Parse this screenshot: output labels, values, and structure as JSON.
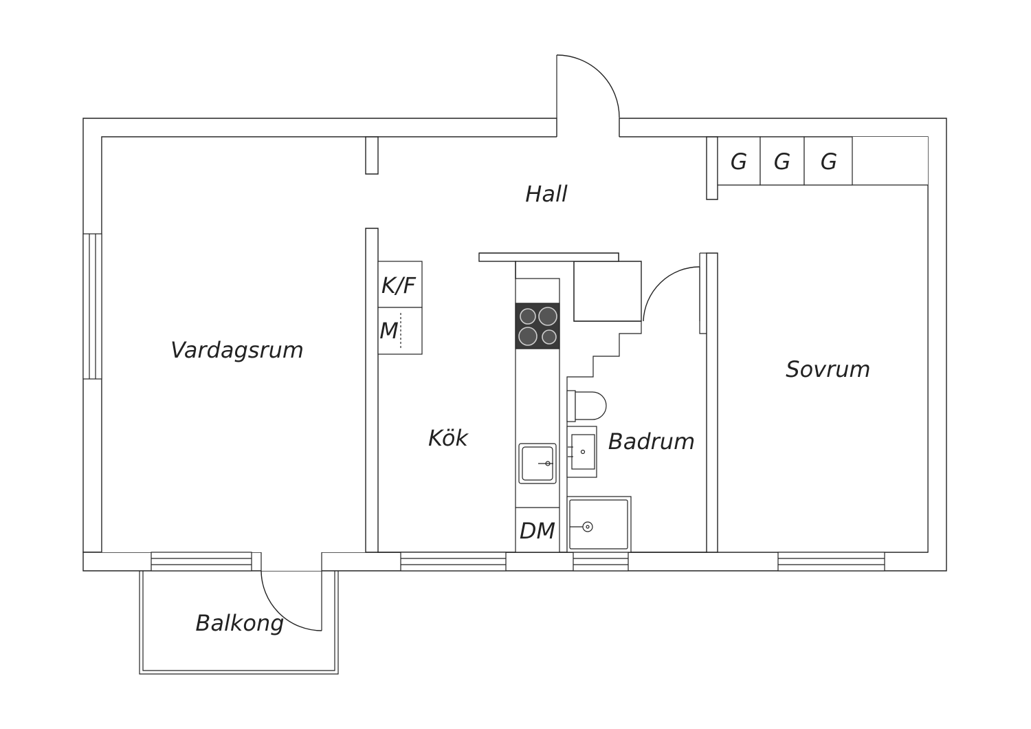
{
  "plan": {
    "rooms": {
      "vardagsrum": "Vardagsrum",
      "hall": "Hall",
      "kok": "Kök",
      "badrum": "Badrum",
      "sovrum": "Sovrum",
      "balkong": "Balkong"
    },
    "fixtures": {
      "wardrobe_1": "G",
      "wardrobe_2": "G",
      "wardrobe_3": "G",
      "fridge_freezer": "K/F",
      "microwave": "M",
      "dishwasher": "DM"
    }
  }
}
